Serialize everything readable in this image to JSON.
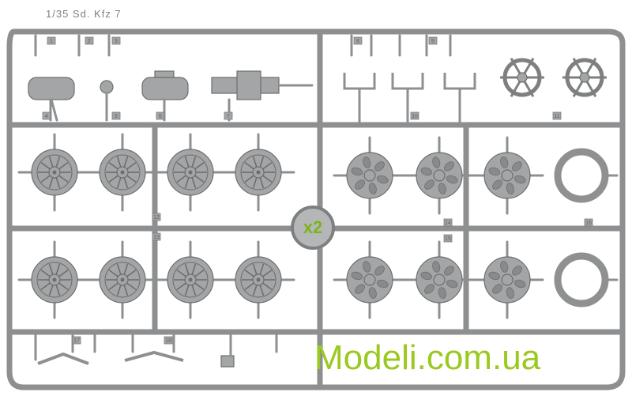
{
  "sprue": {
    "stamp_text": "1/35 Sd. Kfz 7",
    "multiplier": "x2",
    "part_numbers": [
      "1",
      "2",
      "3",
      "4",
      "5",
      "6",
      "7",
      "8",
      "9",
      "10",
      "11",
      "12",
      "13",
      "14",
      "15",
      "16",
      "17",
      "18"
    ]
  },
  "watermark": {
    "text": "Modeli.com.ua",
    "color": "#9ac91f"
  },
  "colors": {
    "plastic": "#a3a5a6",
    "sprue_frame": "#8d8f90",
    "background": "#ffffff"
  }
}
